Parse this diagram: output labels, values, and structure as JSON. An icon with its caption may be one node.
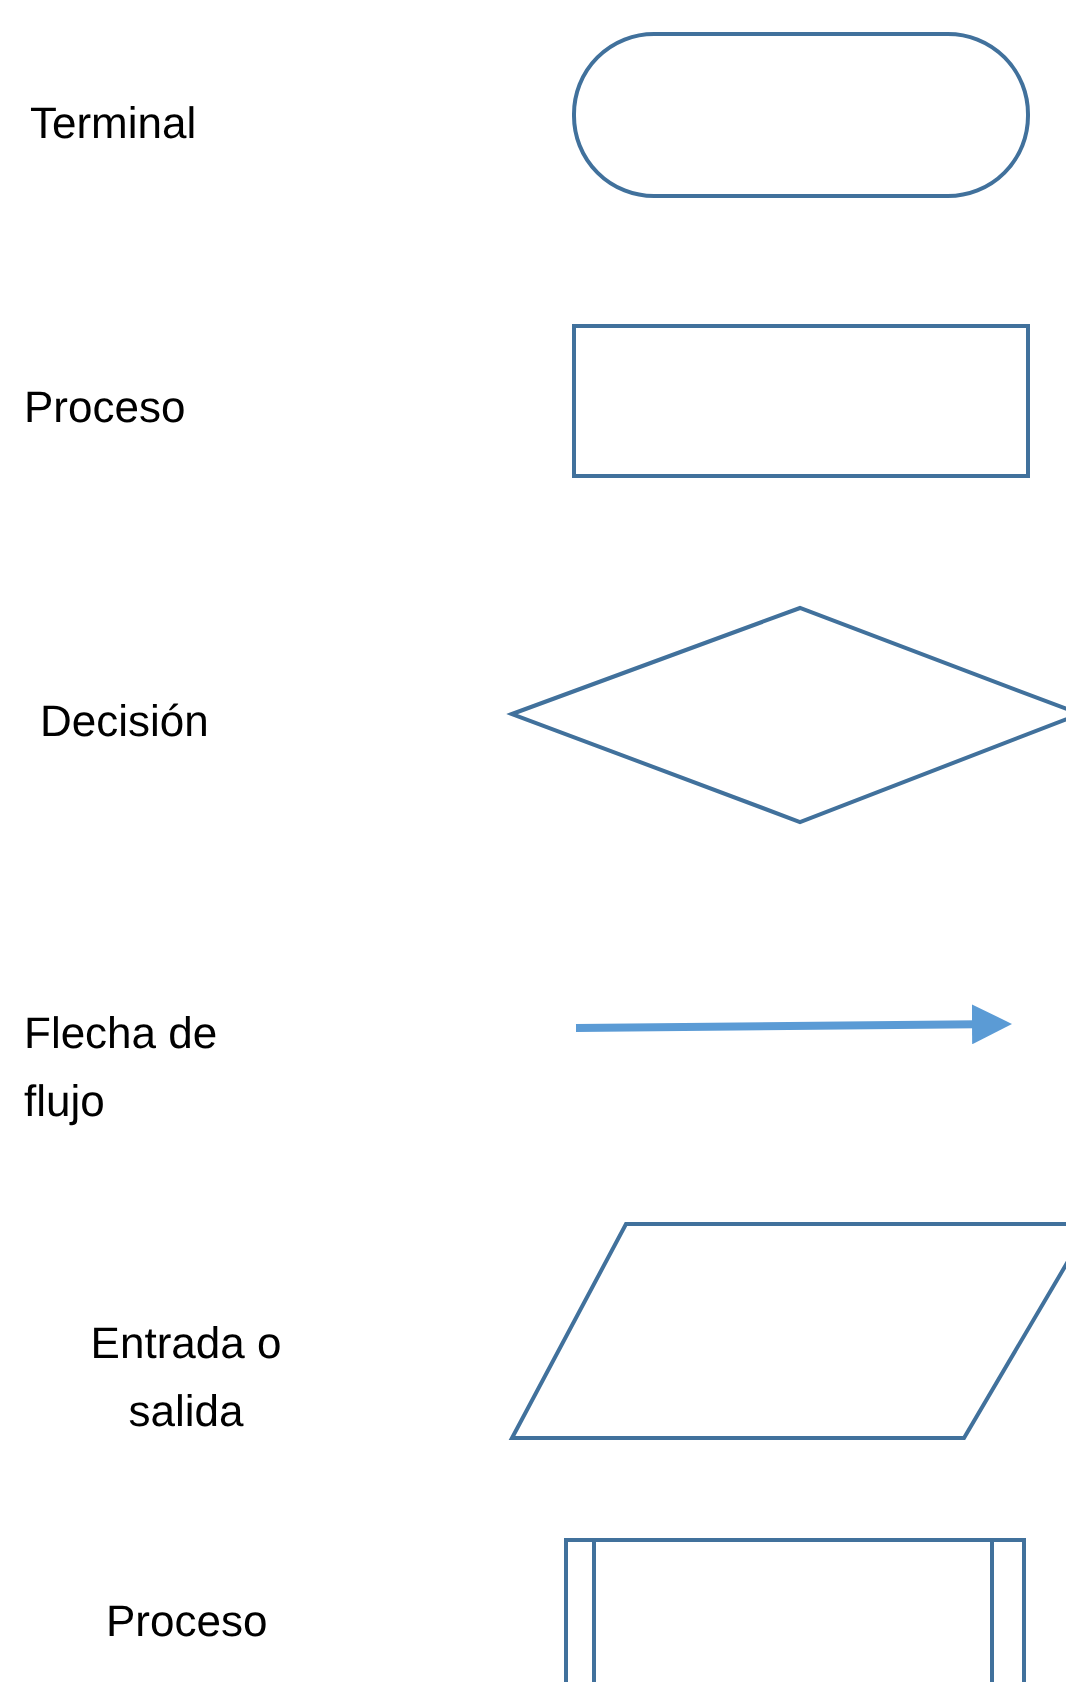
{
  "diagram": {
    "nodes": [
      {
        "text": [],
        "shape": "terminal"
      },
      {
        "text": [],
        "shape": "box"
      },
      {
        "text": [],
        "shape": "diamond"
      },
      {
        "text": [],
        "shape": "parallelogram"
      },
      {
        "text": [],
        "shape": "box"
      }
    ],
    "labels": [
      "Terminal",
      "Proceso",
      "Decisión",
      "Flecha de flujo",
      "Entrada o salida",
      "Proceso"
    ]
  }
}
